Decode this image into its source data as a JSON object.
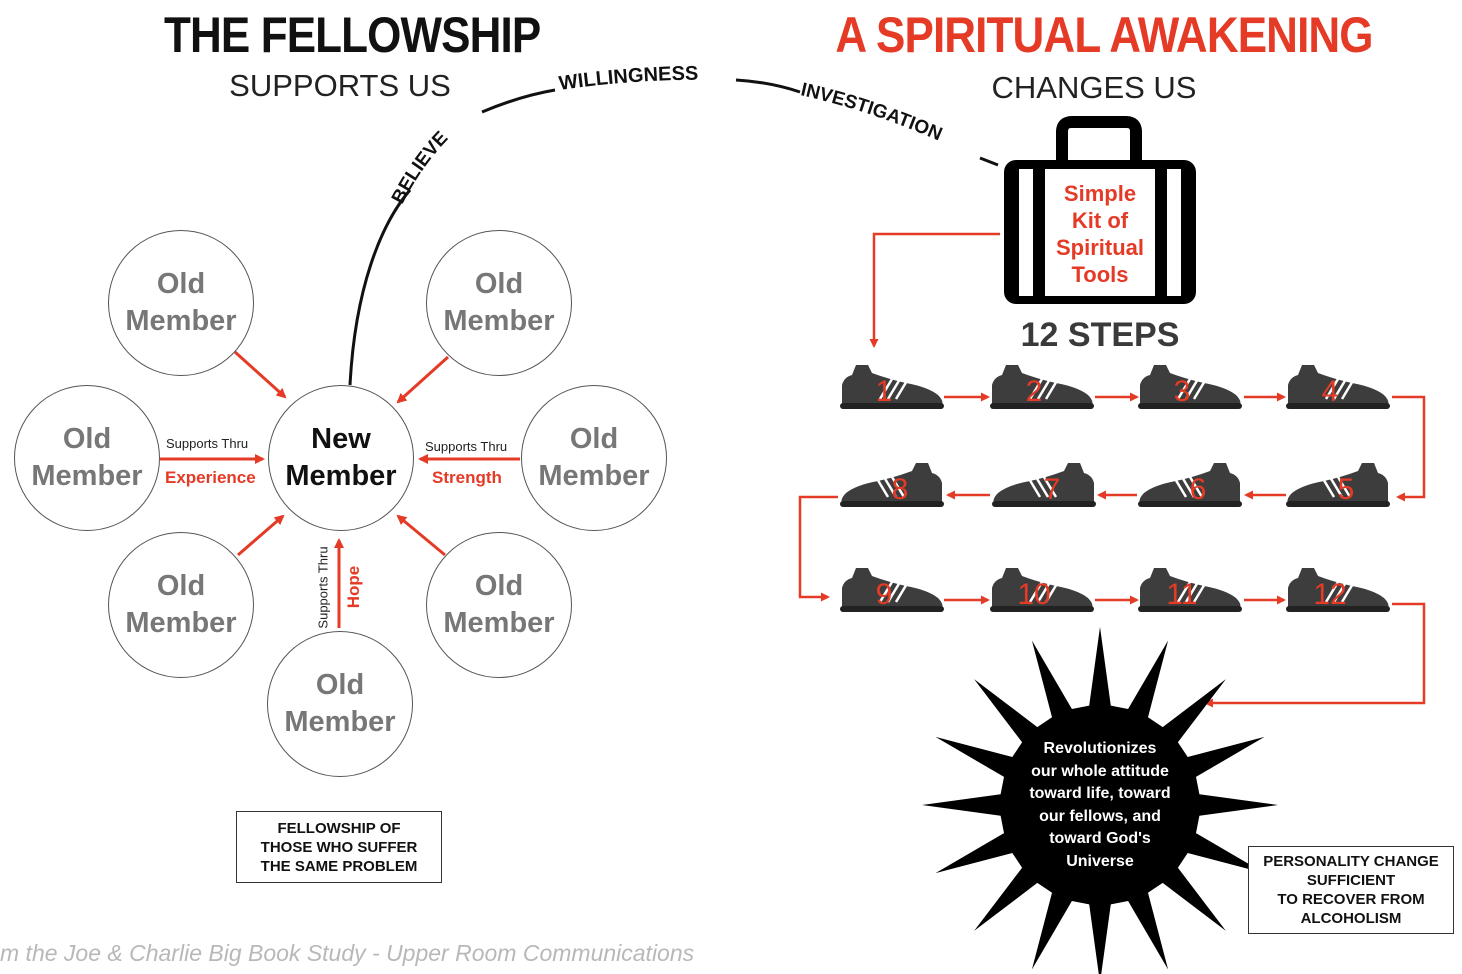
{
  "fellowship": {
    "title": "THE FELLOWSHIP",
    "subtitle": "SUPPORTS US",
    "new_member": [
      "New",
      "Member"
    ],
    "old_member": [
      "Old",
      "Member"
    ],
    "supports_thru": "Supports Thru",
    "experience": "Experience",
    "strength": "Strength",
    "hope": "Hope",
    "box": [
      "FELLOWSHIP OF",
      "THOSE WHO SUFFER",
      "THE SAME PROBLEM"
    ]
  },
  "path": {
    "believe": "BELIEVE",
    "willingness": "WILLINGNESS",
    "investigation": "INVESTIGATION"
  },
  "awakening": {
    "title": "A SPIRITUAL AWAKENING",
    "subtitle": "CHANGES US",
    "kit": [
      "Simple",
      "Kit of",
      "Spiritual",
      "Tools"
    ],
    "steps_label": "12 STEPS",
    "steps": [
      "1",
      "2",
      "3",
      "4",
      "5",
      "6",
      "7",
      "8",
      "9",
      "10",
      "11",
      "12"
    ],
    "sun_text": [
      "Revolutionizes",
      "our whole attitude",
      "toward life, toward",
      "our fellows, and",
      "toward God's",
      "Universe"
    ],
    "box": [
      "PERSONALITY CHANGE",
      "SUFFICIENT",
      "TO RECOVER FROM",
      "ALCOHOLISM"
    ]
  },
  "credit": "m the Joe & Charlie Big Book Study - Upper Room Communications",
  "colors": {
    "accent_red": "#e43a26",
    "dark": "#111111",
    "shoe": "#3d3d3d",
    "gray_text": "#777777"
  },
  "icons": {
    "kit": "suitcase-icon",
    "step": "sneaker-icon",
    "awakening": "sun-icon"
  }
}
